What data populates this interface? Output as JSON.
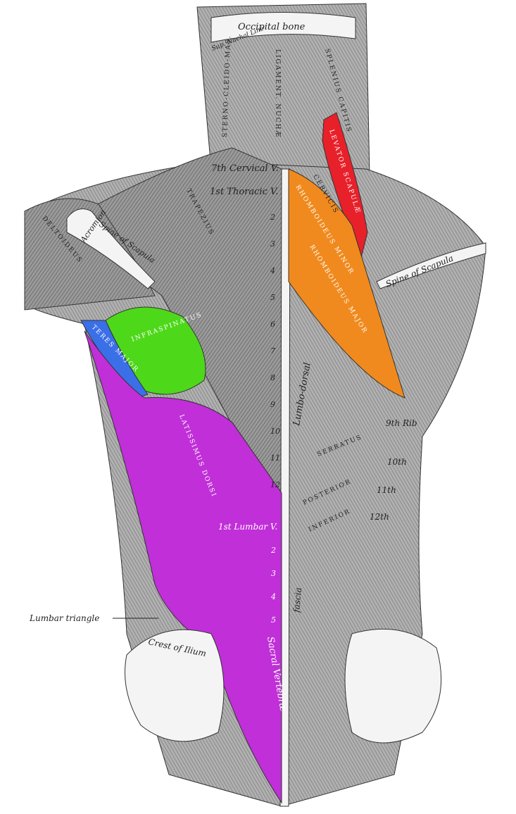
{
  "title_labels": {
    "occipital_bone": "Occipital bone",
    "sup_nuchal_line": "Sup. Nuchal Line",
    "sterno_cleido_mas": "STERNO-CLEIDO-MAS.",
    "ligament_nuchae": "LIGAMENT. NUCHÆ",
    "splenius_capitis": "SPLENIUS CAPITIS",
    "cervicis": "CERVICIS",
    "levator_scapulae": "LEVATOR SCAPULÆ",
    "cervical_7": "7th Cervical V.",
    "thoracic_1": "1st Thoracic V.",
    "rhomboideus_minor": "RHOMBOIDEUS MINOR",
    "rhomboideus_major": "RHOMBOIDEUS MAJOR",
    "acromion": "Acromion",
    "spine_of_scapula_left": "Spine of Scapula",
    "spine_of_scapula_right": "Spine of Scapula",
    "deltoideus": "DELTOIDEUS",
    "trapezius": "TRAPEZIUS",
    "infraspinatus": "INFRASPINATUS",
    "teres_major": "TERES MAJOR",
    "lumbodorsal": "Lumbo-dorsal",
    "fascia": "fascia",
    "rib_9": "9th Rib",
    "rib_10": "10th",
    "rib_11": "11th",
    "rib_12": "12th",
    "serratus": "SERRATUS",
    "posterior": "POSTERIOR",
    "inferior": "INFERIOR",
    "latissimus_dorsi": "LATISSIMUS DORSI",
    "lumbar_1": "1st Lumbar V.",
    "lumbar_triangle": "Lumbar triangle",
    "crest_of_ilium": "Crest of Ilium",
    "sacral_vertebrae": "Sacral Vertebræ"
  },
  "thoracic_numbers": [
    "2",
    "3",
    "4",
    "5",
    "6",
    "7",
    "8",
    "9",
    "10",
    "11",
    "12"
  ],
  "lumbar_numbers": [
    "2",
    "3",
    "4",
    "5"
  ],
  "colors": {
    "levator": "#e8202a",
    "rhomboid": "#f08a1e",
    "infraspinatus": "#4ed81a",
    "teres": "#3a6fe8",
    "latissimus": "#c02fd8",
    "muscle": "#8c8c8c",
    "bone": "#f4f4f4"
  }
}
